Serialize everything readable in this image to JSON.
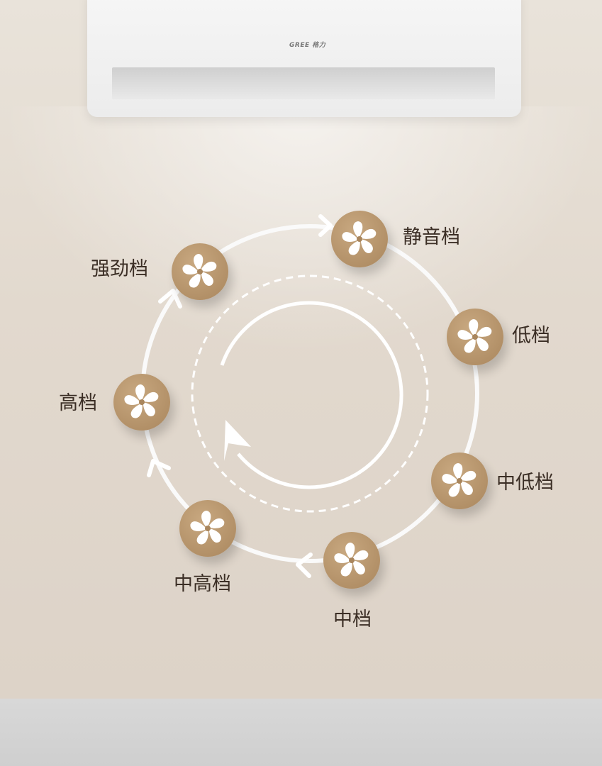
{
  "brand": {
    "logo": "GREE 格力"
  },
  "modes": [
    {
      "label": "静音档",
      "icon": "fan-icon"
    },
    {
      "label": "低档",
      "icon": "fan-icon"
    },
    {
      "label": "中低档",
      "icon": "fan-icon"
    },
    {
      "label": "中档",
      "icon": "fan-icon"
    },
    {
      "label": "中高档",
      "icon": "fan-icon"
    },
    {
      "label": "高档",
      "icon": "fan-icon"
    },
    {
      "label": "强劲档",
      "icon": "fan-icon"
    }
  ],
  "colors": {
    "fan": "#b08e63",
    "text": "#3b2e25",
    "background": "#e2d9ce"
  }
}
